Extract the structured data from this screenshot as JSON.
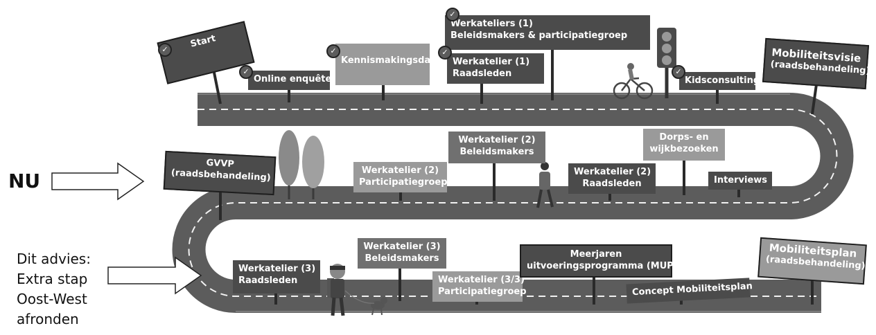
{
  "nu_label": "NU",
  "advice": {
    "line1": "Dit advies:",
    "line2": "Extra stap",
    "line3": "Oost-West",
    "line4": "afronden"
  },
  "signs": {
    "start": {
      "l1": "Start"
    },
    "online_enquete": {
      "l1": "Online enquête"
    },
    "kennismakingsdag": {
      "l1": "Kennismakingsdag"
    },
    "werkateliers_1": {
      "l1": "Werkateliers (1)",
      "l2": "Beleidsmakers & participatiegroep"
    },
    "werkatelier_1_raad": {
      "l1": "Werkatelier (1)",
      "l2": "Raadsleden"
    },
    "kidsconsulting": {
      "l1": "Kidsconsulting"
    },
    "mobiliteitsvisie": {
      "l1": "Mobiliteitsvisie",
      "l2": "(raadsbehandeling)"
    },
    "gvvp": {
      "l1": "GVVP",
      "l2": "(raadsbehandeling)"
    },
    "werkatelier_2_part": {
      "l1": "Werkatelier (2)",
      "l2": "Participatiegroep"
    },
    "werkatelier_2_beleid": {
      "l1": "Werkatelier (2)",
      "l2": "Beleidsmakers"
    },
    "werkatelier_2_raad": {
      "l1": "Werkatelier (2)",
      "l2": "Raadsleden"
    },
    "dorpsbezoeken": {
      "l1": "Dorps- en",
      "l2": "wijkbezoeken"
    },
    "interviews": {
      "l1": "Interviews"
    },
    "werkatelier_3_raad": {
      "l1": "Werkatelier (3)",
      "l2": "Raadsleden"
    },
    "werkatelier_3_beleid": {
      "l1": "Werkatelier (3)",
      "l2": "Beleidsmakers"
    },
    "werkatelier_33_part": {
      "l1": "Werkatelier (3/3)",
      "l2": "Participatiegroep"
    },
    "mup": {
      "l1": "Meerjaren",
      "l2": "uitvoeringsprogramma (MUP)"
    },
    "concept_plan": {
      "l1": "Concept Mobiliteitsplan"
    },
    "mobiliteitsplan": {
      "l1": "Mobiliteitsplan",
      "l2": "(raadsbehandeling)"
    }
  },
  "icons": [
    "check-icon",
    "traffic-light-icon",
    "cyclist-icon",
    "tree-icon",
    "pedestrian-icon",
    "hiker-icon",
    "dog-icon",
    "arrow-icon"
  ],
  "colors": {
    "road": "#5a5a5a",
    "sign_dark": "#4b4b4b",
    "sign_mid": "#707070",
    "sign_light": "#9a9a9a"
  }
}
